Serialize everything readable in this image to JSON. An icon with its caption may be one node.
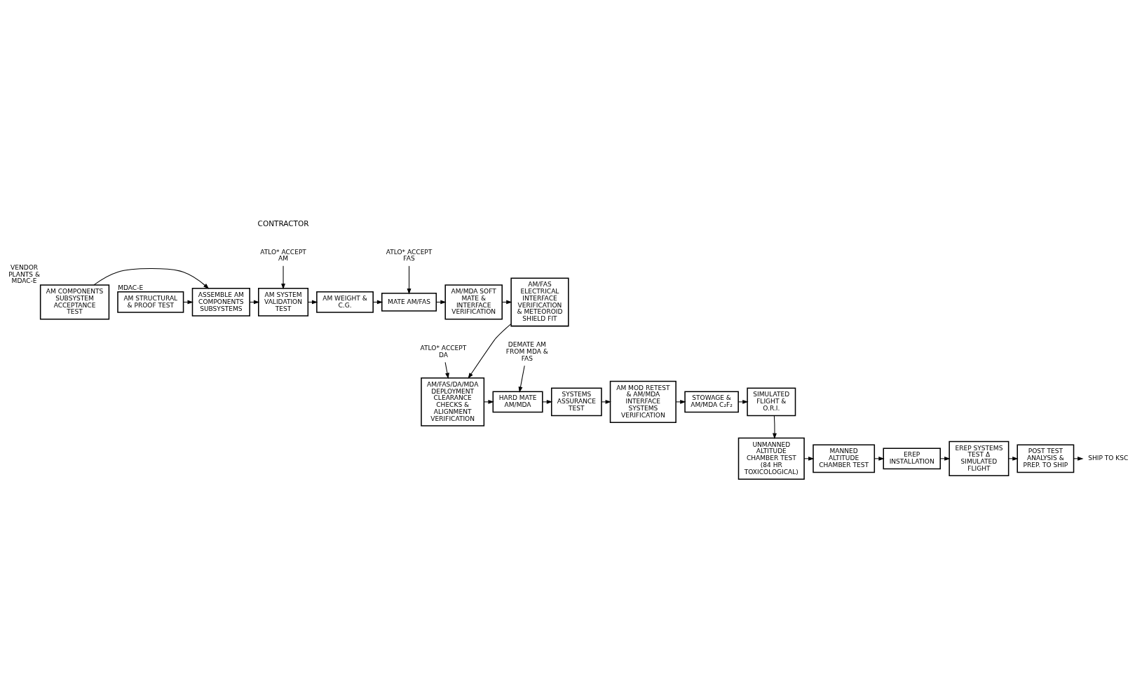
{
  "diagram": {
    "nodes": [
      {
        "text": [
          "AM COMPONENTS SUBSYSTEM ACCEPTANCE TEST"
        ],
        "beside": [
          "VENDOR PLANTS & MDAC-E"
        ]
      },
      {
        "text": [
          "AM STRUCTURAL & PROOF TEST"
        ],
        "beside": [
          "MDAC-E"
        ]
      },
      {
        "text": [
          "ATLO* ACCEPT AM"
        ]
      },
      {
        "text": [
          "ASSEMBLE AM COMPONENTS SUBSYSTEMS"
        ]
      },
      {
        "text": [
          "AM SYSTEM VALIDATION TEST"
        ]
      },
      {
        "text": [
          "AM WEIGHT & C.G."
        ]
      },
      {
        "text": [
          "ATLO* ACCEPT FAS"
        ]
      },
      {
        "text": [
          "MATE AM/FAS"
        ]
      },
      {
        "text": [
          "AM/MDA SOFT MATE & INTERFACE VERIFICATION"
        ]
      },
      {
        "text": [
          "AM/FAS ELECTRICAL INTERFACE VERIFICATION & METEOROID SHIELD FIT"
        ]
      },
      {
        "text": [
          "ATLO* ACCEPT DA"
        ]
      },
      {
        "text": [
          "AM/FAS/DA/MDA DEPLOYMENT CLEARANCE CHECKS & ALIGNMENT VERIFICATION"
        ]
      },
      {
        "text": [
          "DEMATE AM FROM MDA & FAS"
        ]
      },
      {
        "text": [
          "HARD MATE AM/MDA"
        ]
      },
      {
        "text": [
          "SYSTEMS ASSURANCE TEST"
        ]
      },
      {
        "text": [
          "AM MOD RETEST & AM/MDA INTERFACE SYSTEMS VERIFICATION"
        ]
      },
      {
        "text": [
          "STOWAGE & AM/MDA C₂F₂"
        ]
      },
      {
        "text": [
          "SIMULATED FLIGHT & O.R.I."
        ]
      },
      {
        "text": [
          "UNMANNED ALTITUDE CHAMBER TEST (84 HR TOXICOLOGICAL)"
        ]
      },
      {
        "text": [
          "MANNED ALTITUDE CHAMBER TEST"
        ]
      },
      {
        "text": [
          "EREP INSTALLATION"
        ]
      },
      {
        "text": [
          "EREP SYSTEMS TEST Δ SIMULATED FLIGHT"
        ]
      },
      {
        "text": [
          "POST TEST ANALYSIS & PREP. TO SHIP"
        ]
      },
      {
        "text": [
          "SHIP TO KSC"
        ]
      }
    ],
    "edges": [
      {
        "from": 0,
        "to": 3,
        "arrow": "to"
      },
      {
        "from": 1,
        "to": 3,
        "arrow": "to"
      },
      {
        "from": 3,
        "to": 4,
        "arrow": "to"
      },
      {
        "from": 2,
        "to": 4,
        "arrow": "to"
      },
      {
        "from": 4,
        "to": 5,
        "arrow": "to"
      },
      {
        "from": 5,
        "to": 7,
        "arrow": "to"
      },
      {
        "from": 6,
        "to": 7,
        "arrow": "to"
      },
      {
        "from": 7,
        "to": 8,
        "arrow": "to"
      },
      {
        "from": 8,
        "to": 9,
        "arrow": "to"
      },
      {
        "from": 9,
        "to": 11,
        "arrow": "to"
      },
      {
        "from": 10,
        "to": 11,
        "arrow": "to"
      },
      {
        "from": 11,
        "to": 13,
        "arrow": "to"
      },
      {
        "from": 12,
        "to": 13,
        "arrow": "to"
      },
      {
        "from": 13,
        "to": 14,
        "arrow": "to"
      },
      {
        "from": 14,
        "to": 15,
        "arrow": "to"
      },
      {
        "from": 15,
        "to": 16,
        "arrow": "to"
      },
      {
        "from": 16,
        "to": 17,
        "arrow": "to"
      },
      {
        "from": 17,
        "to": 18,
        "arrow": "to"
      },
      {
        "from": 18,
        "to": 19,
        "arrow": "to"
      },
      {
        "from": 19,
        "to": 20,
        "arrow": "to"
      },
      {
        "from": 20,
        "to": 21,
        "arrow": "to"
      },
      {
        "from": 21,
        "to": 22,
        "arrow": "to"
      },
      {
        "from": 22,
        "to": 23,
        "arrow": "to"
      }
    ],
    "labels": [
      "CONTRACTOR"
    ]
  }
}
